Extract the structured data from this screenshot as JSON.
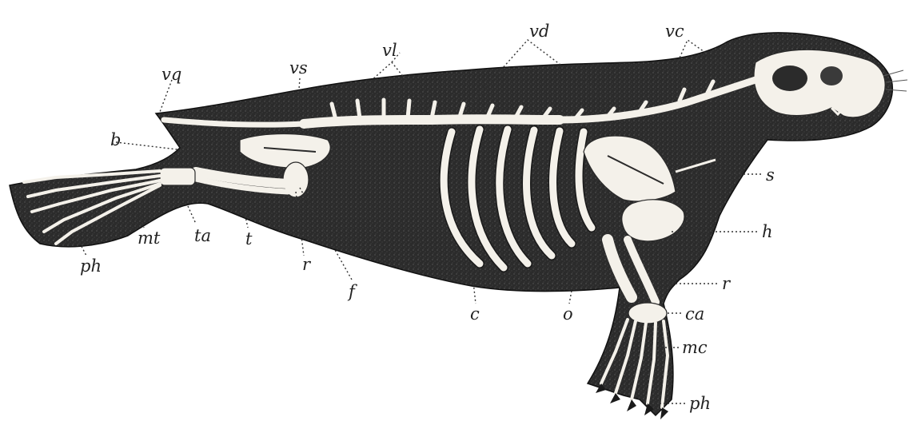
{
  "figure": {
    "colors": {
      "body": "#2b2b2b",
      "bone": "#f4f1ea",
      "ink": "#222222"
    },
    "labels": {
      "vq": "vq",
      "vs": "vs",
      "vl": "vl",
      "vd": "vd",
      "vc": "vc",
      "b": "b",
      "s": "s",
      "h": "h",
      "r_fore": "r",
      "ca": "ca",
      "mc": "mc",
      "ph_fore": "ph",
      "ph_hind": "ph",
      "mt": "mt",
      "ta": "ta",
      "t": "t",
      "r_hind": "r",
      "f": "f",
      "c": "c",
      "o": "o"
    }
  }
}
